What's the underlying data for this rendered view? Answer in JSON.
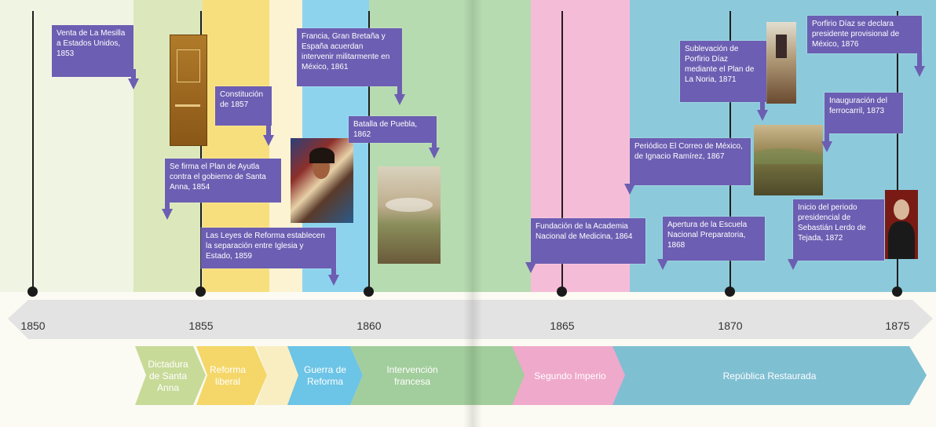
{
  "axis": {
    "years": [
      "1850",
      "1855",
      "1860",
      "1865",
      "1870",
      "1875"
    ]
  },
  "periods": [
    {
      "label": "Dictadura de Santa Anna",
      "color": "#c8da98"
    },
    {
      "label": "Reforma liberal",
      "color": "#f4d768"
    },
    {
      "label": "Guerra de Reforma",
      "color": "#6cc4e6"
    },
    {
      "label": "Intervención francesa",
      "color": "#a2cd9c"
    },
    {
      "label": "Segundo Imperio",
      "color": "#efa9cb"
    },
    {
      "label": "República Restaurada",
      "color": "#7fbfd2"
    }
  ],
  "events": {
    "mesilla": "Venta de La Mesilla a Estados Unidos, 1853",
    "constitucion": "Constitución de 1857",
    "ayutla": "Se firma el Plan de Ayutla contra el gobierno de Santa Anna, 1854",
    "leyes": "Las Leyes de Reforma establecen la separación entre Iglesia y Estado, 1859",
    "intervenir": "Francia, Gran Bretaña y España acuerdan intervenir militarmente en México, 1861",
    "puebla": "Batalla de Puebla, 1862",
    "academia": "Fundación de la Academia Nacional de Medicina, 1864",
    "correo": "Periódico El Correo de México, de Ignacio Ramírez, 1867",
    "escuela": "Apertura de la Escuela Nacional Preparatoria, 1868",
    "noria": "Sublevación de Porfirio Díaz mediante el Plan de La Noria, 1871",
    "ferrocarril": "Inauguración del ferrocarril, 1873",
    "lerdo": "Inicio del periodo presidencial de Sebastián Lerdo de Tejada, 1872",
    "diaz": "Porfirio Díaz se declara presidente provisional de México, 1876"
  },
  "colors": {
    "event_box": "#6c5eb2",
    "axis_bar": "#e3e3e3"
  }
}
